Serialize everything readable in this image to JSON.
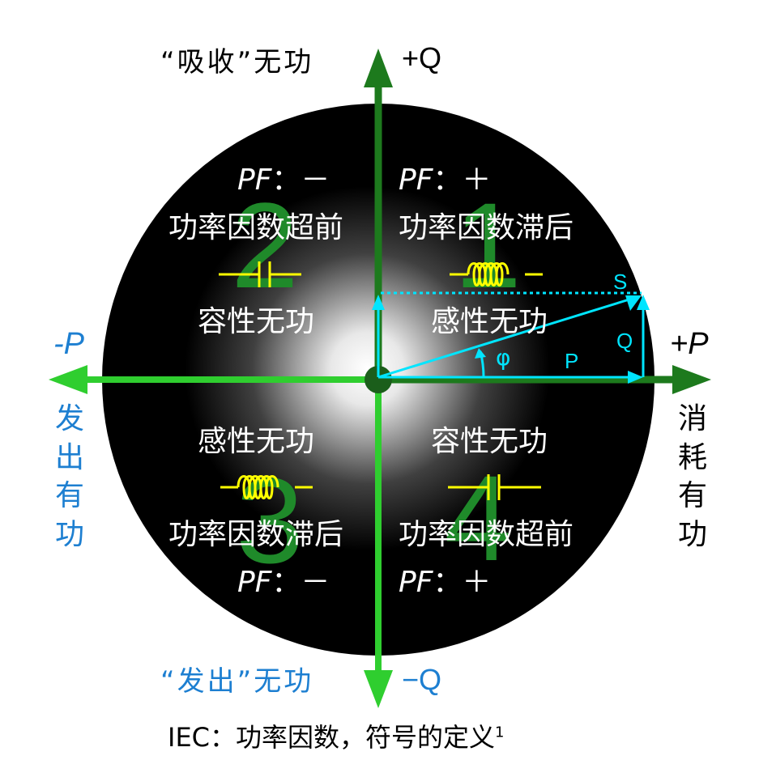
{
  "diagram": {
    "outside": {
      "top_left_label": "“吸收”无功",
      "top_axis_label": "+Q",
      "bottom_left_label": "“发出”无功",
      "bottom_axis_label": "−Q",
      "left_axis_label": "-P",
      "right_axis_label": "+P",
      "left_side_vertical": "发出有功",
      "right_side_vertical": "消耗有功",
      "caption": "IEC：功率因数，符号的定义",
      "caption_superscript": "1"
    },
    "quadrants": [
      {
        "number": "1",
        "pf_label": "PF",
        "pf_sign": "：＋",
        "pf_text": "功率因数滞后",
        "load_text": "感性无功",
        "component": "inductor-icon"
      },
      {
        "number": "2",
        "pf_label": "PF",
        "pf_sign": "：－",
        "pf_text": "功率因数超前",
        "load_text": "容性无功",
        "component": "capacitor-icon"
      },
      {
        "number": "3",
        "pf_label": "PF",
        "pf_sign": "：－",
        "pf_text": "功率因数滞后",
        "load_text": "感性无功",
        "component": "inductor-icon"
      },
      {
        "number": "4",
        "pf_label": "PF",
        "pf_sign": "：＋",
        "pf_text": "功率因数超前",
        "load_text": "容性无功",
        "component": "capacitor-icon"
      }
    ],
    "vector_triangle": {
      "s_label": "S",
      "p_label": "P",
      "q_label": "Q",
      "angle_label": "φ"
    },
    "colors": {
      "axis_green": "#2fce2f",
      "axis_dark_green": "#1d7a1d",
      "quadrant_number": "#1f8a2a",
      "component_yellow": "#ffff00",
      "vector_cyan": "#00e5ff",
      "blue_text": "#1d7fd1",
      "inner_text": "#ffffff",
      "outer_text": "#000000"
    }
  }
}
